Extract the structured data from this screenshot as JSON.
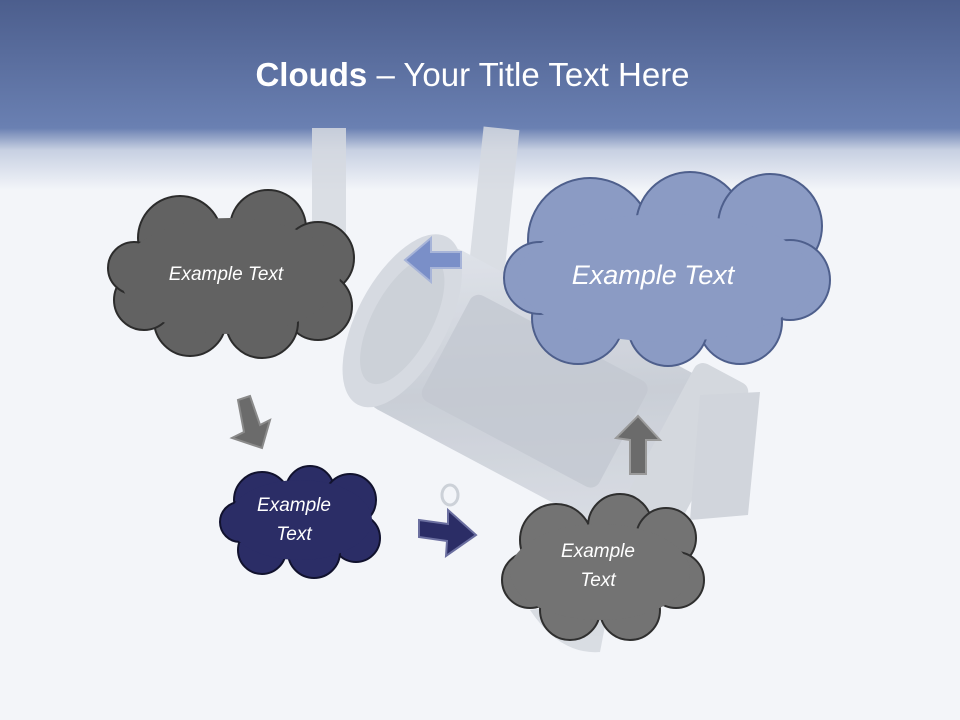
{
  "slide": {
    "title_bold": "Clouds",
    "title_dash": " – ",
    "title_rest": "Your Title Text Here"
  },
  "clouds": [
    {
      "id": "top-left",
      "text": "Example Text",
      "color": "#626262"
    },
    {
      "id": "top-right",
      "text": "Example Text",
      "color": "#8b9bc4"
    },
    {
      "id": "middle-left",
      "line1": "Example",
      "line2": "Text",
      "color": "#2b2d66"
    },
    {
      "id": "bottom-right",
      "line1": "Example",
      "line2": "Text",
      "color": "#737373"
    }
  ],
  "colors": {
    "header_top": "#4c5e8d",
    "header_bottom": "#6a80b2",
    "arrow_blue": "#7a8fc8",
    "arrow_gray": "#6b6b6b",
    "arrow_navy": "#2b2d66"
  },
  "background_image": "stage-spotlight-icon"
}
